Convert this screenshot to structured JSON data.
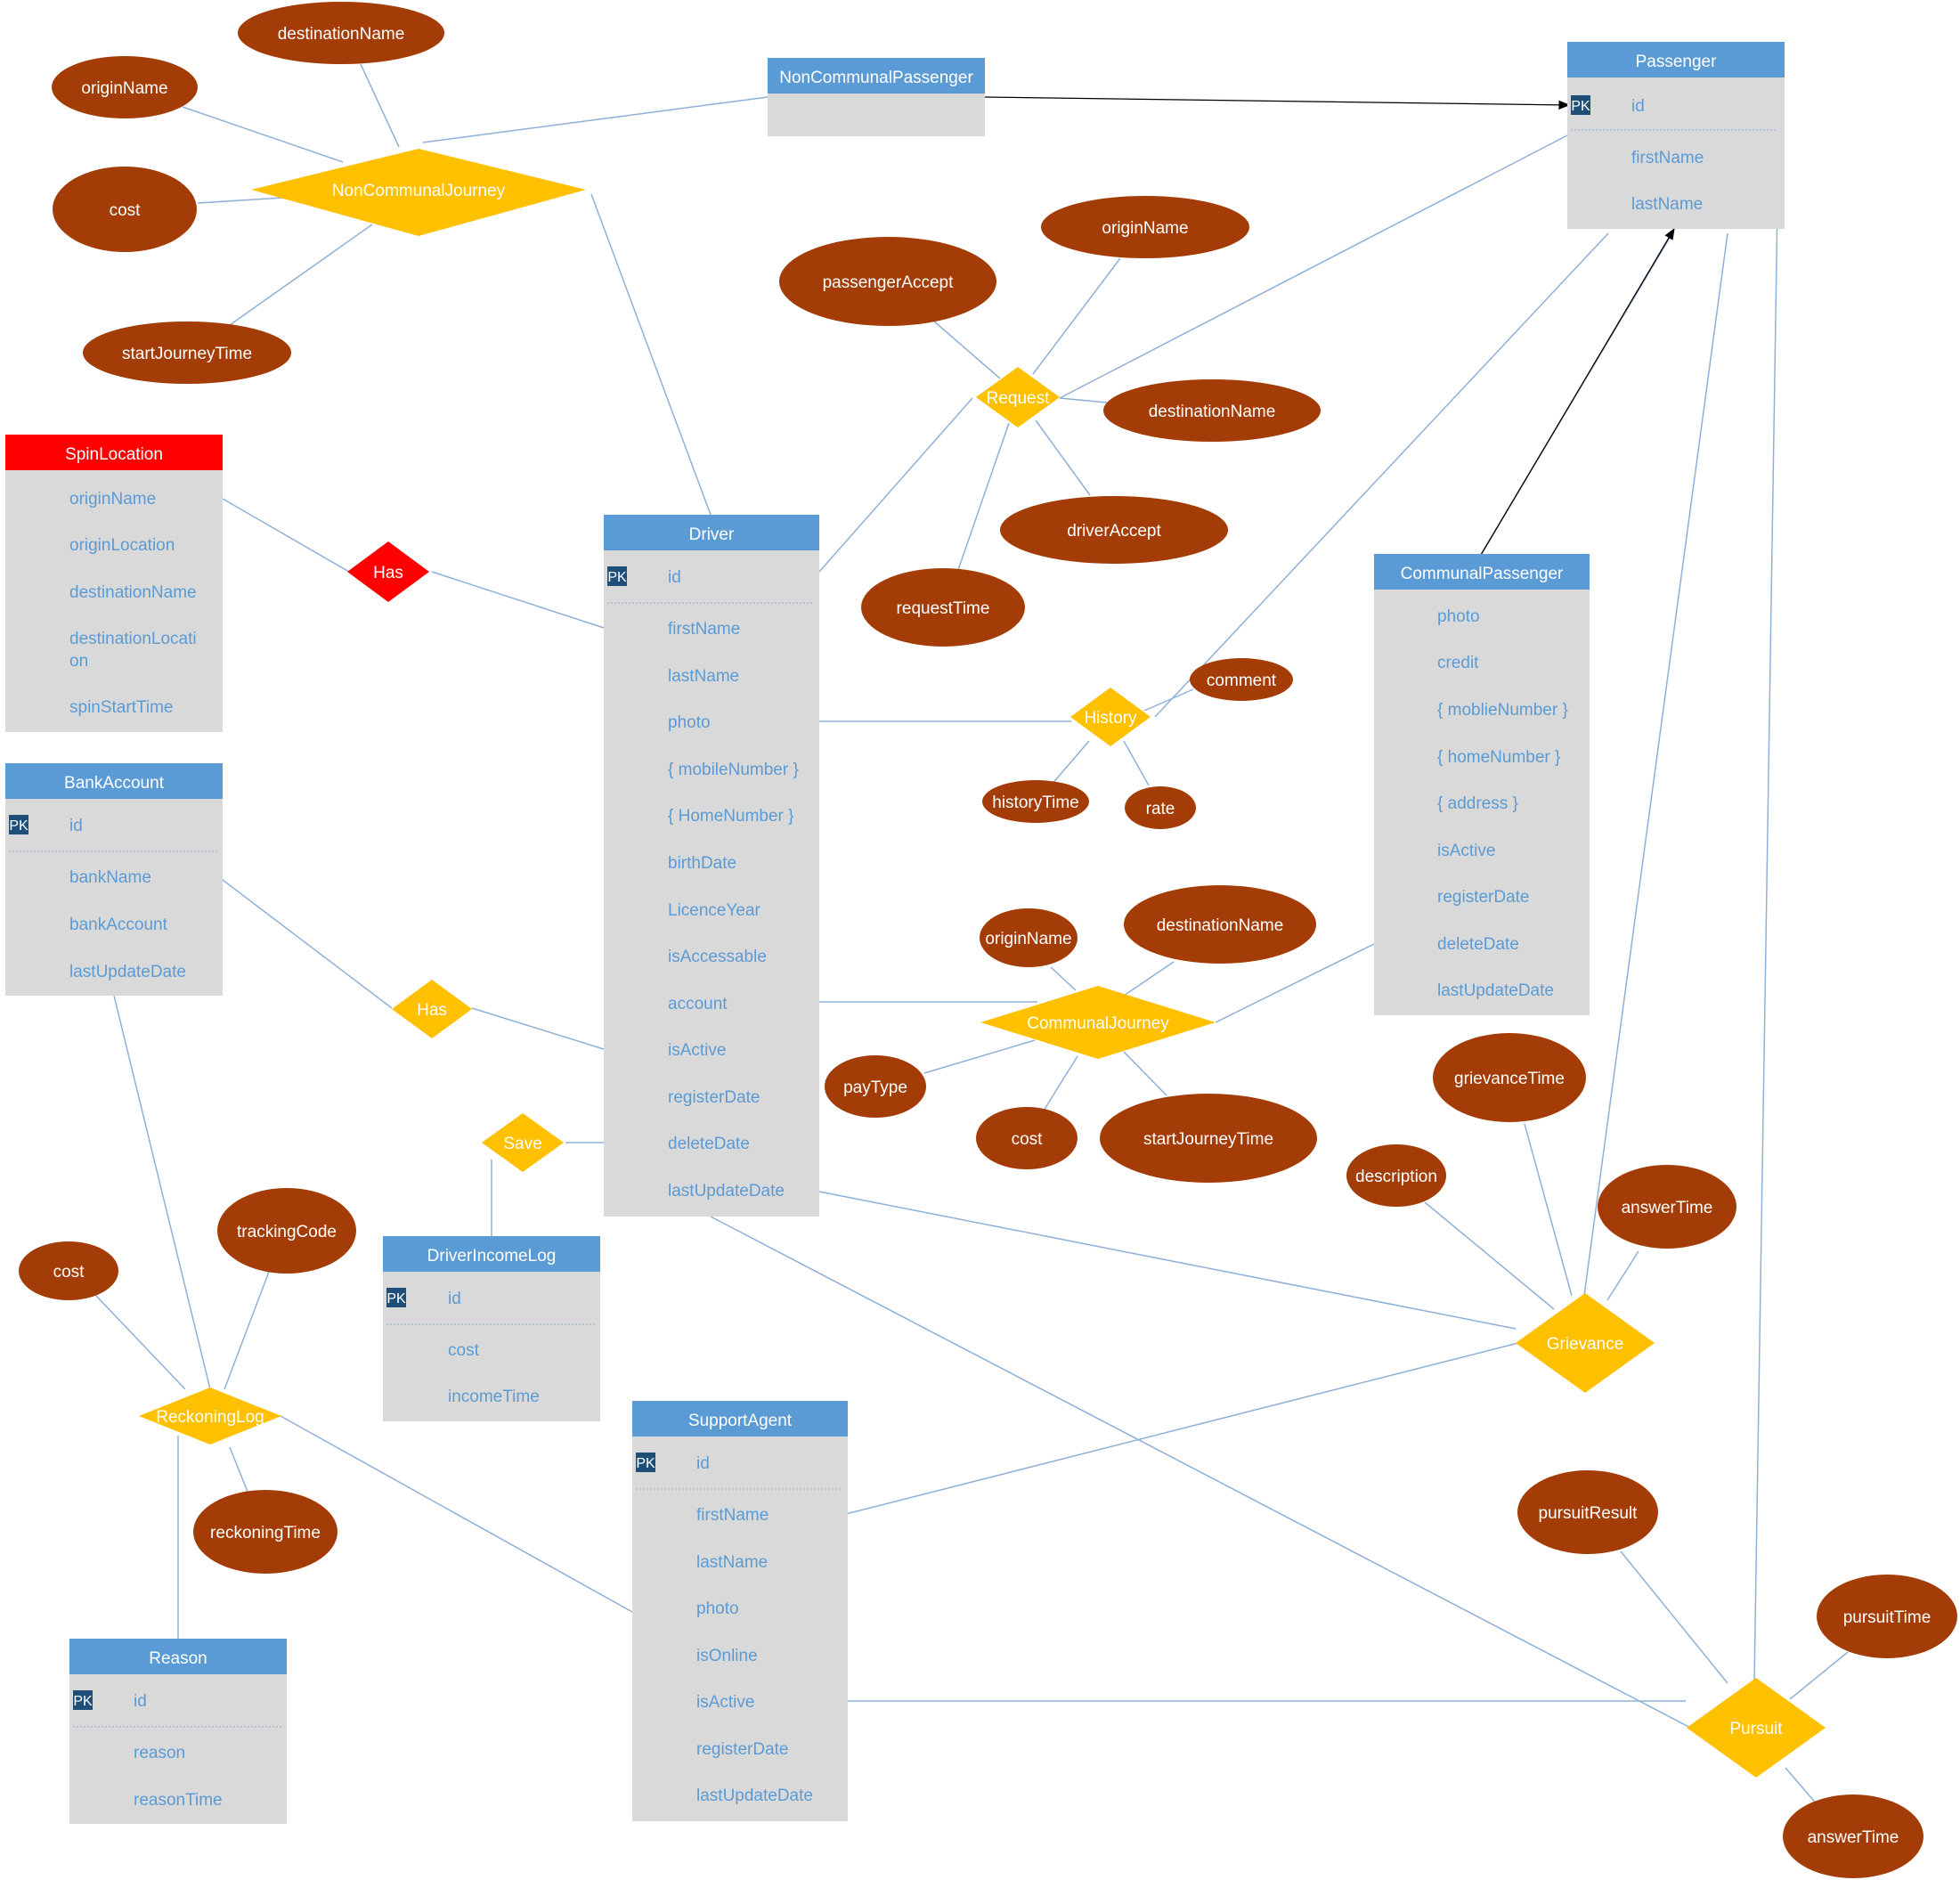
{
  "colors": {
    "entity_header": "#5b9bd5",
    "entity_body": "#d9d9d9",
    "entity_text": "#5b9bd5",
    "attribute_fill": "#a33c06",
    "relationship_fill": "#ffc000",
    "weak_fill": "#ff0000",
    "pk_badge": "#1f4e79",
    "line": "#8fb0d6"
  },
  "entities": {
    "passenger": {
      "title": "Passenger",
      "pk": "PK",
      "id": "id",
      "attrs": [
        "firstName",
        "lastName"
      ]
    },
    "noncommunal": {
      "title": "NonCommunalPassenger"
    },
    "spin": {
      "title": "SpinLocation",
      "attrs": [
        "originName",
        "originLocation",
        "destinationName",
        "destinationLocati",
        "on",
        "spinStartTime"
      ]
    },
    "driver": {
      "title": "Driver",
      "pk": "PK",
      "id": "id",
      "attrs": [
        "firstName",
        "lastName",
        "photo",
        "{ mobileNumber }",
        "{ HomeNumber }",
        "birthDate",
        "LicenceYear",
        "isAccessable",
        "account",
        "isActive",
        "registerDate",
        "deleteDate",
        "lastUpdateDate"
      ]
    },
    "bank": {
      "title": "BankAccount",
      "pk": "PK",
      "id": "id",
      "attrs": [
        "bankName",
        "bankAccount",
        "lastUpdateDate"
      ]
    },
    "communal": {
      "title": "CommunalPassenger",
      "attrs": [
        "photo",
        "credit",
        "{ moblieNumber }",
        "{ homeNumber }",
        "{ address }",
        "isActive",
        "registerDate",
        "deleteDate",
        "lastUpdateDate"
      ]
    },
    "income": {
      "title": "DriverIncomeLog",
      "pk": "PK",
      "id": "id",
      "attrs": [
        "cost",
        "incomeTime"
      ]
    },
    "support": {
      "title": "SupportAgent",
      "pk": "PK",
      "id": "id",
      "attrs": [
        "firstName",
        "lastName",
        "photo",
        "isOnline",
        "isActive",
        "registerDate",
        "lastUpdateDate"
      ]
    },
    "reason": {
      "title": "Reason",
      "pk": "PK",
      "id": "id",
      "attrs": [
        "reason",
        "reasonTime"
      ]
    }
  },
  "relationships": {
    "noncommunal_journey": "NonCommunalJourney",
    "request": "Request",
    "has_spin": "Has",
    "history": "History",
    "has_bank": "Has",
    "communal_journey": "CommunalJourney",
    "save": "Save",
    "grievance": "Grievance",
    "reckoning": "ReckoningLog",
    "pursuit": "Pursuit"
  },
  "attributes": {
    "nc_destination": "destinationName",
    "nc_origin": "originName",
    "nc_cost": "cost",
    "nc_start": "startJourneyTime",
    "rq_origin": "originName",
    "rq_passengerAccept": "passengerAccept",
    "rq_destination": "destinationName",
    "rq_driverAccept": "driverAccept",
    "rq_requestTime": "requestTime",
    "hi_comment": "comment",
    "hi_historyTime": "historyTime",
    "hi_rate": "rate",
    "cj_origin": "originName",
    "cj_destination": "destinationName",
    "cj_payType": "payType",
    "cj_cost": "cost",
    "cj_start": "startJourneyTime",
    "gr_time": "grievanceTime",
    "gr_description": "description",
    "gr_answer": "answerTime",
    "rl_tracking": "trackingCode",
    "rl_cost": "cost",
    "rl_time": "reckoningTime",
    "pu_result": "pursuitResult",
    "pu_time": "pursuitTime",
    "pu_answer": "answerTime"
  }
}
